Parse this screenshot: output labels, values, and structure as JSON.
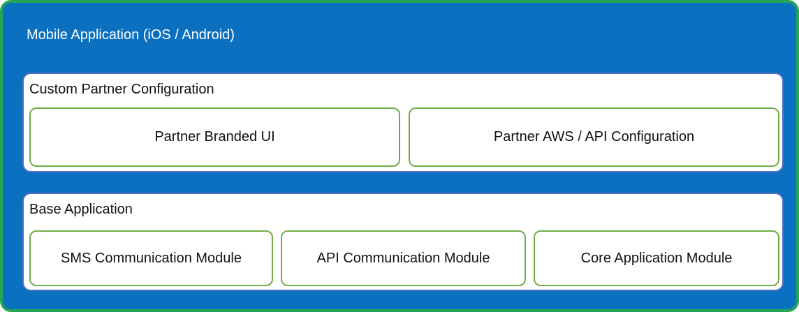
{
  "colors": {
    "outer_border_green": "#23A653",
    "background_blue": "#0A70BF",
    "section_panel_border": "#5570C2",
    "section_panel_bg": "#FFFFFF",
    "module_border_green": "#70AD47",
    "title_text": "#FFFFFF",
    "body_text": "#111111"
  },
  "diagram": {
    "title": "Mobile Application (iOS / Android)",
    "sections": [
      {
        "label": "Custom Partner Configuration",
        "modules": [
          {
            "label": "Partner Branded UI"
          },
          {
            "label": "Partner AWS / API Configuration"
          }
        ]
      },
      {
        "label": "Base Application",
        "modules": [
          {
            "label": "SMS Communication Module"
          },
          {
            "label": "API Communication Module"
          },
          {
            "label": "Core Application Module"
          }
        ]
      }
    ]
  }
}
